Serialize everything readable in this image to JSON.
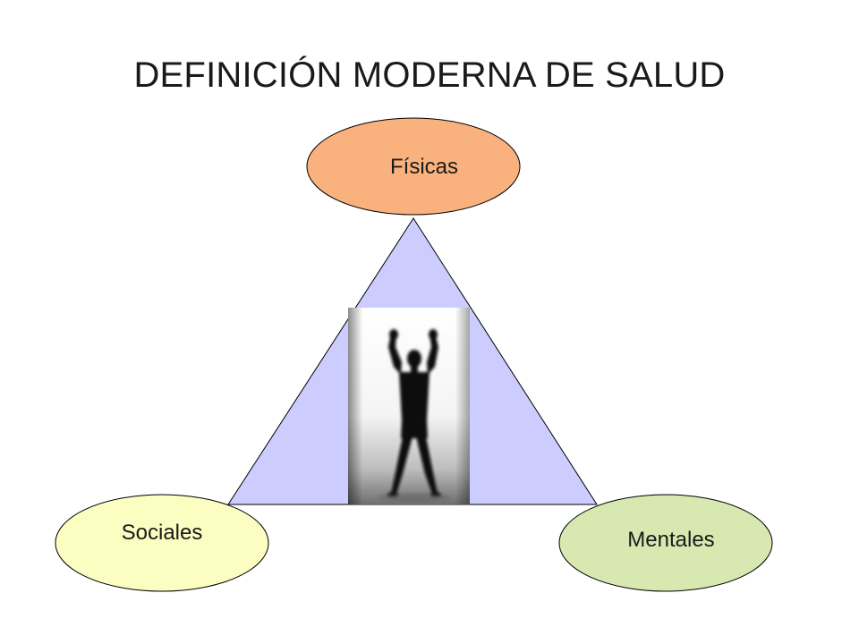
{
  "title": "DEFINICIÓN MODERNA DE SALUD",
  "nodes": {
    "top": {
      "label": "Físicas",
      "color": "#F9B27E"
    },
    "left": {
      "label": "Sociales",
      "color": "#FBFDC1"
    },
    "right": {
      "label": "Mentales",
      "color": "#D7E8B0"
    }
  },
  "triangle_color": "#CCCCFF",
  "center_image": "silhouette of a person with raised arms"
}
